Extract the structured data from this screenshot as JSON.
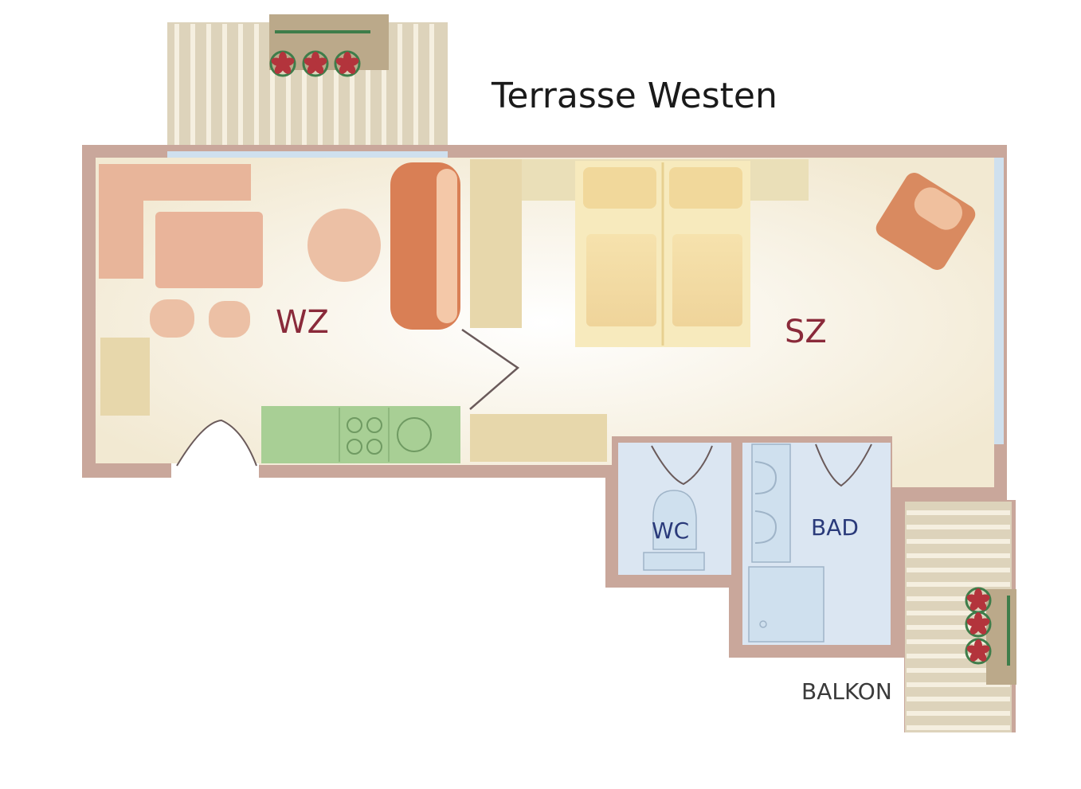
{
  "title": "Terrasse Westen",
  "rooms": {
    "living": "WZ",
    "bedroom": "SZ",
    "toilet": "WC",
    "bath": "BAD",
    "balcony": "BALKON"
  },
  "colors": {
    "wall": "#c9a79b",
    "floor": "#f6efdc",
    "wet_floor": "#dbe6f2",
    "sofa": "#e8b59a",
    "wood": "#d97f55",
    "bed": "#f2dea5",
    "kitchen": "#a8cf95",
    "deck": "#d9cfb6",
    "flower": "#b3343c",
    "leaf": "#3e7d4a"
  }
}
